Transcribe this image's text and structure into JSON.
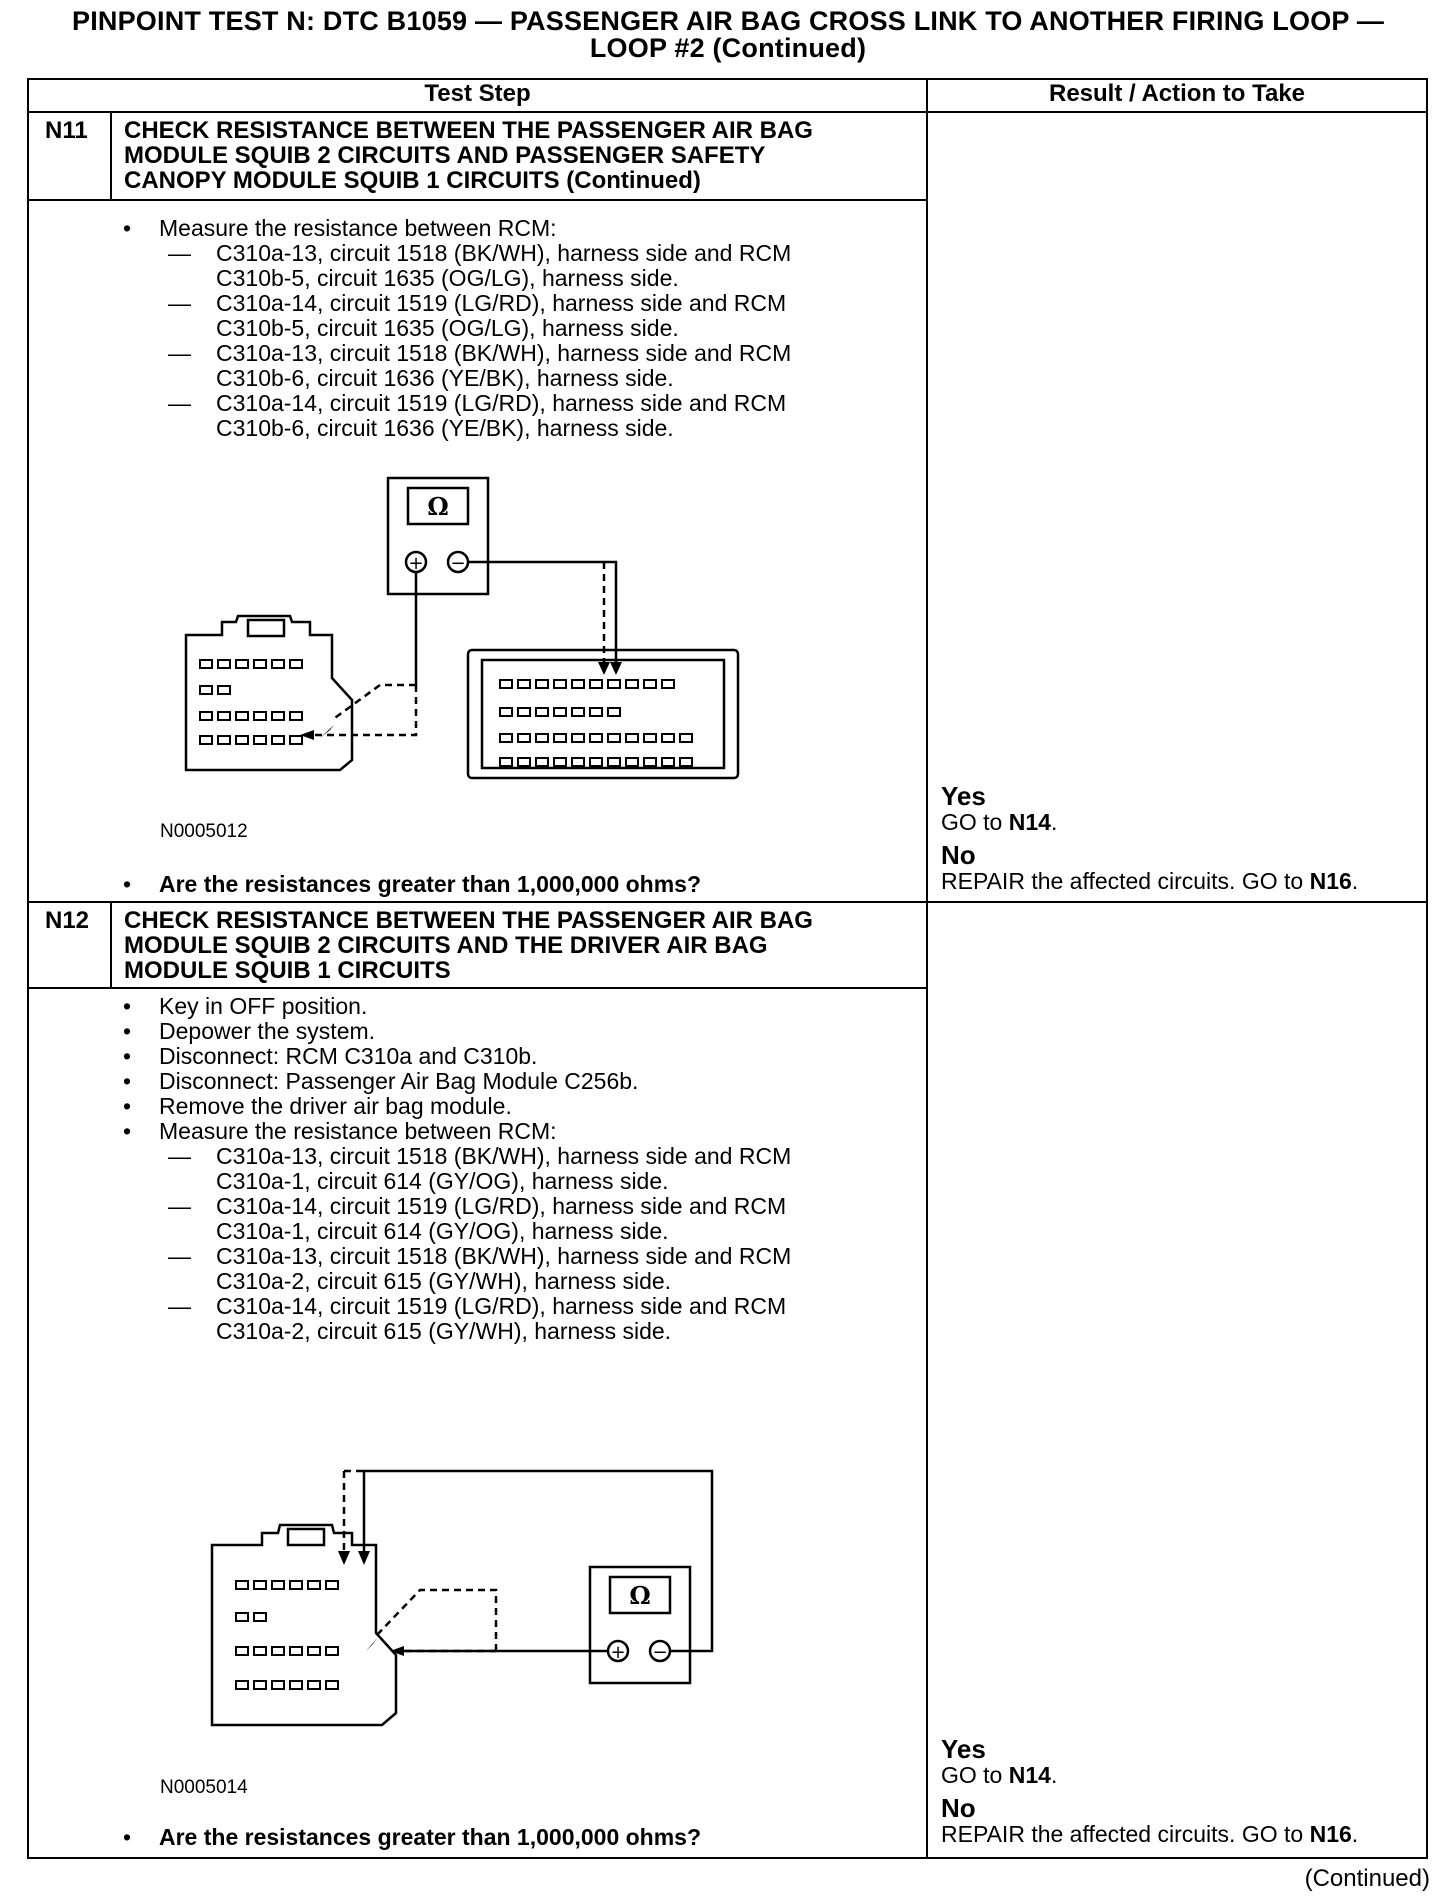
{
  "title": {
    "line1": "PINPOINT TEST  N: DTC B1059 — PASSENGER AIR BAG CROSS LINK TO ANOTHER FIRING LOOP —",
    "line2": "LOOP #2 (Continued)"
  },
  "table": {
    "col_test_step": "Test Step",
    "col_result": "Result / Action to Take"
  },
  "steps": [
    {
      "id": "N11",
      "title_lines": [
        "CHECK RESISTANCE BETWEEN THE PASSENGER AIR BAG",
        "MODULE SQUIB 2 CIRCUITS AND PASSENGER SAFETY",
        "CANOPY MODULE SQUIB 1 CIRCUITS (Continued)"
      ],
      "bullets": [
        "Measure the resistance between RCM:"
      ],
      "measurements": [
        [
          "C310a-13, circuit 1518 (BK/WH), harness side and RCM",
          "C310b-5, circuit 1635 (OG/LG), harness side."
        ],
        [
          "C310a-14, circuit 1519 (LG/RD), harness side and RCM",
          "C310b-5, circuit 1635 (OG/LG), harness side."
        ],
        [
          "C310a-13, circuit 1518 (BK/WH), harness side and RCM",
          "C310b-6, circuit 1636 (YE/BK), harness side."
        ],
        [
          "C310a-14, circuit 1519 (LG/RD), harness side and RCM",
          "C310b-6, circuit 1636 (YE/BK), harness side."
        ]
      ],
      "figure_id": "N0005012",
      "question": "Are the resistances greater than 1,000,000 ohms?",
      "yes_label": "Yes",
      "yes_action": "GO to",
      "yes_target": "N14",
      "no_label": "No",
      "no_action": "REPAIR the affected circuits. GO to",
      "no_target": "N16"
    },
    {
      "id": "N12",
      "title_lines": [
        "CHECK RESISTANCE BETWEEN THE PASSENGER AIR BAG",
        "MODULE SQUIB 2 CIRCUITS AND THE DRIVER AIR BAG",
        "MODULE SQUIB 1 CIRCUITS"
      ],
      "bullets": [
        "Key in OFF position.",
        "Depower the system.",
        "Disconnect: RCM C310a and C310b.",
        "Disconnect: Passenger Air Bag Module C256b.",
        "Remove the driver air bag module.",
        "Measure the resistance between RCM:"
      ],
      "measurements": [
        [
          "C310a-13, circuit 1518 (BK/WH), harness side and RCM",
          "C310a-1, circuit 614 (GY/OG), harness side."
        ],
        [
          "C310a-14, circuit 1519 (LG/RD), harness side and RCM",
          "C310a-1, circuit 614 (GY/OG), harness side."
        ],
        [
          "C310a-13, circuit 1518 (BK/WH), harness side and RCM",
          "C310a-2, circuit 615 (GY/WH), harness side."
        ],
        [
          "C310a-14, circuit 1519 (LG/RD), harness side and RCM",
          "C310a-2, circuit 615 (GY/WH), harness side."
        ]
      ],
      "figure_id": "N0005014",
      "question": "Are the resistances greater than 1,000,000 ohms?",
      "yes_label": "Yes",
      "yes_action": "GO to",
      "yes_target": "N14",
      "no_label": "No",
      "no_action": "REPAIR the affected circuits. GO to",
      "no_target": "N16"
    }
  ],
  "meter_symbol": "Ω",
  "meter_plus": "+",
  "meter_minus": "−",
  "bullet_mark": "•",
  "dash_mark": "—",
  "footer": "(Continued)"
}
